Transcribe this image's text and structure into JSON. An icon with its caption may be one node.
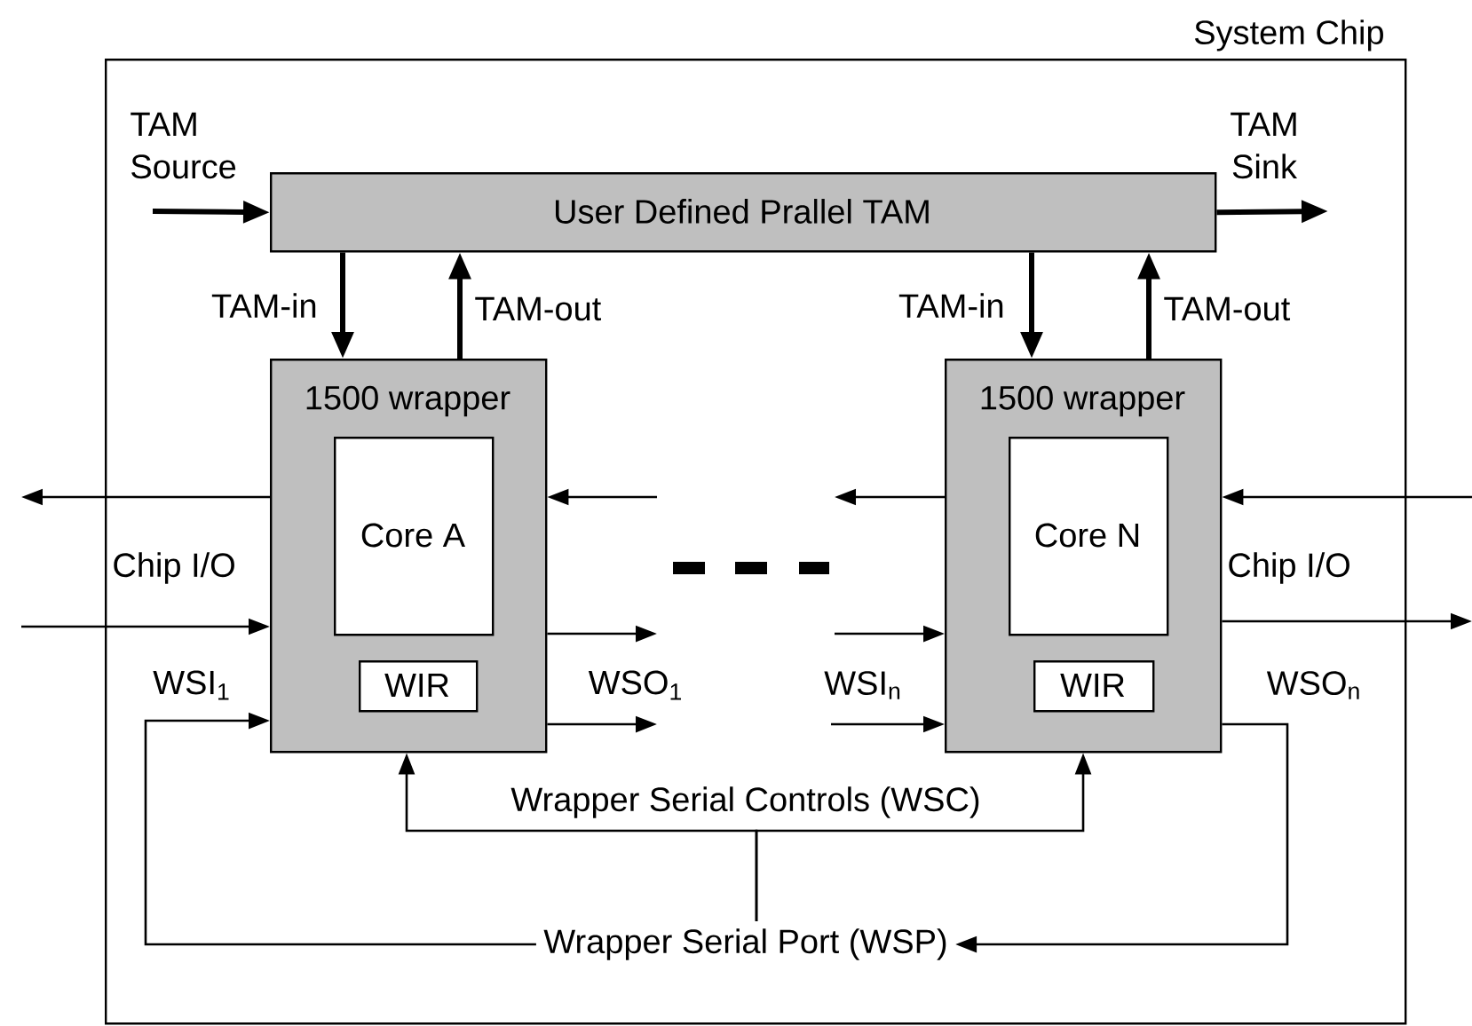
{
  "diagram": {
    "nodes": [
      {
        "text": [
          "System Chip"
        ]
      },
      {
        "text": [
          "User Defined Prallel TAM"
        ],
        "in": 0
      },
      {
        "text": [
          "1500 wrapper"
        ],
        "in": 0
      },
      {
        "text": [
          "Core A"
        ],
        "in": 2
      },
      {
        "text": [
          "WIR"
        ],
        "in": 2
      },
      {
        "text": [
          "1500 wrapper"
        ],
        "in": 0
      },
      {
        "text": [
          "Core N"
        ],
        "in": 5
      },
      {
        "text": [
          "WIR"
        ],
        "in": 5
      },
      {
        "text": [
          "Wrapper Serial Port (WSP)"
        ],
        "in": 0
      }
    ],
    "edges": [
      {
        "from": null,
        "to": 1,
        "arrow": "to",
        "style": "thick",
        "label": "TAM Source"
      },
      {
        "from": 1,
        "to": null,
        "arrow": "to",
        "style": "thick",
        "label": "TAM Sink"
      },
      {
        "from": 1,
        "to": 2,
        "arrow": "to",
        "style": "thick",
        "label": "TAM-in"
      },
      {
        "from": 2,
        "to": 1,
        "arrow": "to",
        "style": "thick",
        "label": "TAM-out"
      },
      {
        "from": 1,
        "to": 5,
        "arrow": "to",
        "style": "thick",
        "label": "TAM-in"
      },
      {
        "from": 5,
        "to": 1,
        "arrow": "to",
        "style": "thick",
        "label": "TAM-out"
      },
      {
        "from": 2,
        "to": null,
        "arrow": "to"
      },
      {
        "from": null,
        "to": 2,
        "arrow": "to"
      },
      {
        "from": null,
        "to": 2,
        "arrow": "to"
      },
      {
        "from": 2,
        "to": null,
        "arrow": "to"
      },
      {
        "from": 8,
        "to": 2,
        "arrow": "to",
        "label": "WSI$_{1}$"
      },
      {
        "from": 2,
        "to": null,
        "arrow": "to",
        "label": "WSO$_{1}$"
      },
      {
        "from": 5,
        "to": null,
        "arrow": "to"
      },
      {
        "from": null,
        "to": 5,
        "arrow": "to"
      },
      {
        "from": null,
        "to": 5,
        "arrow": "to"
      },
      {
        "from": 5,
        "to": null,
        "arrow": "to"
      },
      {
        "from": null,
        "to": 5,
        "arrow": "to",
        "label": "WSI$_{n}$"
      },
      {
        "from": 5,
        "to": 8,
        "arrow": "to",
        "label": "WSO$_{n}$"
      },
      {
        "from": 8,
        "to": 2,
        "arrow": "to",
        "label": "Wrapper Serial Controls (WSC)"
      },
      {
        "from": 8,
        "to": 5,
        "arrow": "to"
      }
    ],
    "labels": [
      "Chip I/O",
      "Chip I/O"
    ]
  }
}
